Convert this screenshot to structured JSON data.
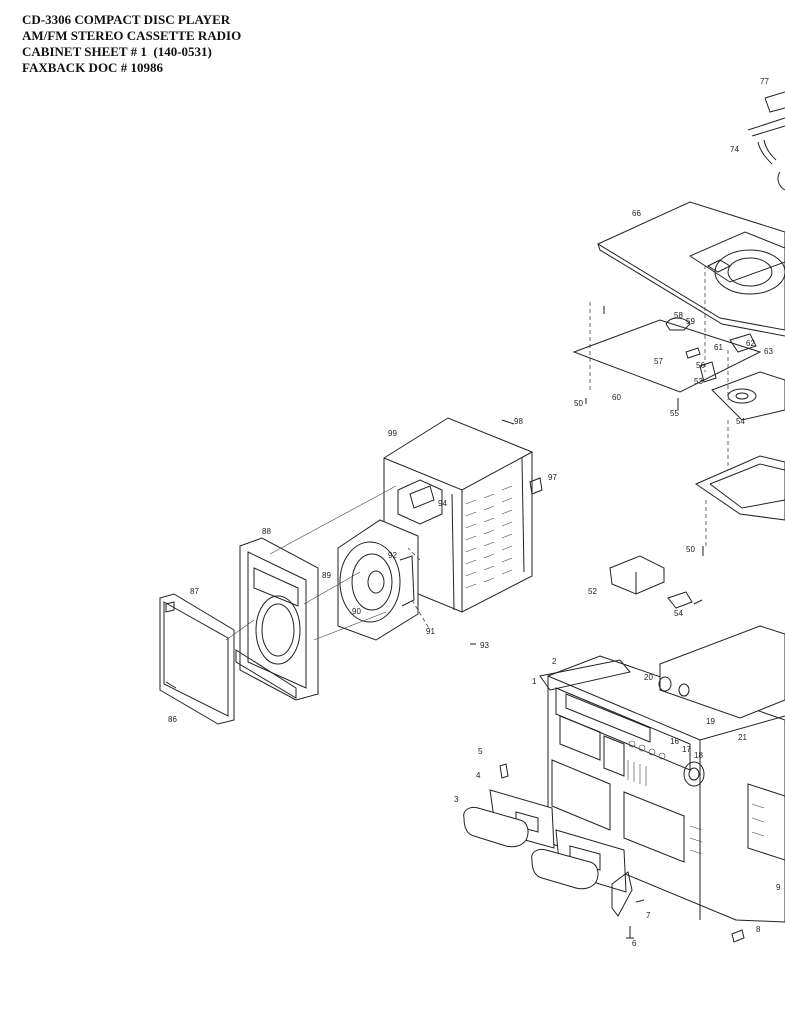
{
  "header": {
    "line1": "CD-3306 COMPACT DISC PLAYER",
    "line2": "AM/FM STEREO CASSETTE RADIO",
    "line3": "CABINET SHEET # 1  (140-0531)",
    "line4": "FAXBACK DOC # 10986"
  },
  "callouts": {
    "c77": "77",
    "c74": "74",
    "c66": "66",
    "c58": "58",
    "c59": "59",
    "c61": "61",
    "c62": "62",
    "c63": "63",
    "c57": "57",
    "c56": "56",
    "c53": "53",
    "c50a": "50",
    "c60": "60",
    "c55": "55",
    "c54a": "54",
    "c98": "98",
    "c99": "99",
    "c97": "97",
    "c94": "94",
    "c88": "88",
    "c92": "92",
    "c89": "89",
    "c87": "87",
    "c90": "90",
    "c91": "91",
    "c93": "93",
    "c86": "86",
    "c50b": "50",
    "c52": "52",
    "c54b": "54",
    "c2": "2",
    "c1": "1",
    "c20": "20",
    "c19": "19",
    "c21": "21",
    "c16": "16",
    "c17": "17",
    "c18": "18",
    "c5": "5",
    "c4": "4",
    "c3": "3",
    "c9": "9",
    "c7": "7",
    "c6": "6",
    "c8": "8"
  }
}
